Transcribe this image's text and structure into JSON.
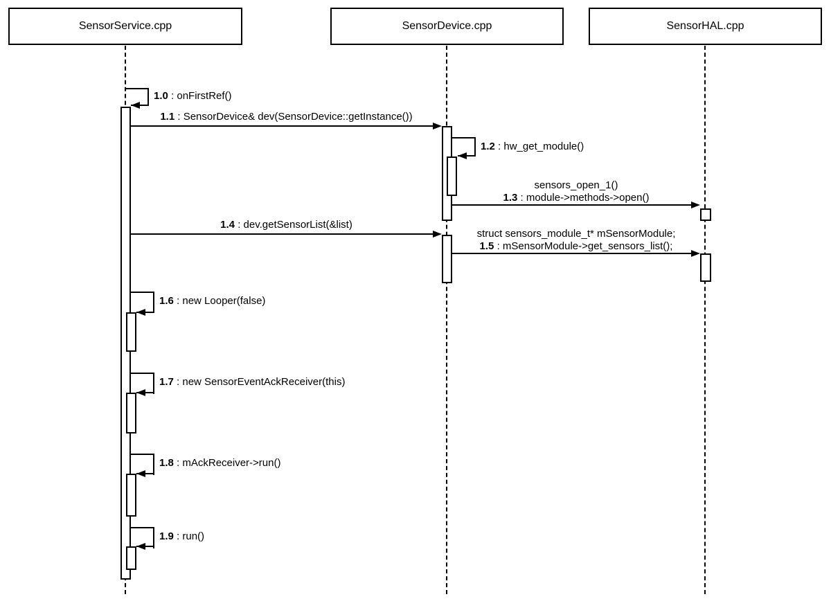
{
  "diagram": {
    "type": "uml-sequence-diagram",
    "colors": {
      "line": "#000000",
      "background": "#ffffff"
    },
    "actors": [
      {
        "label": "SensorService.cpp"
      },
      {
        "label": "SensorDevice.cpp"
      },
      {
        "label": "SensorHAL.cpp"
      }
    ],
    "messages": [
      {
        "seq": "1.0",
        "rest": " : onFirstRef()",
        "kind": "self",
        "from": "SensorService.cpp",
        "to": "SensorService.cpp"
      },
      {
        "seq": "1.1",
        "rest": " : SensorDevice& dev(SensorDevice::getInstance())",
        "kind": "call",
        "from": "SensorService.cpp",
        "to": "SensorDevice.cpp"
      },
      {
        "seq": "1.2",
        "rest": " : hw_get_module()",
        "kind": "self",
        "from": "SensorDevice.cpp",
        "to": "SensorDevice.cpp"
      },
      {
        "seq": "1.3",
        "rest": " : module->methods->open()",
        "note": "sensors_open_1()",
        "kind": "call",
        "from": "SensorDevice.cpp",
        "to": "SensorHAL.cpp"
      },
      {
        "seq": "1.4",
        "rest": " : dev.getSensorList(&list)",
        "kind": "call",
        "from": "SensorService.cpp",
        "to": "SensorDevice.cpp"
      },
      {
        "seq": "1.5",
        "rest": " : mSensorModule->get_sensors_list();",
        "note": "struct sensors_module_t* mSensorModule;",
        "kind": "call",
        "from": "SensorDevice.cpp",
        "to": "SensorHAL.cpp"
      },
      {
        "seq": "1.6",
        "rest": " : new Looper(false)",
        "kind": "self",
        "from": "SensorService.cpp",
        "to": "SensorService.cpp"
      },
      {
        "seq": "1.7",
        "rest": " : new SensorEventAckReceiver(this)",
        "kind": "self",
        "from": "SensorService.cpp",
        "to": "SensorService.cpp"
      },
      {
        "seq": "1.8",
        "rest": " : mAckReceiver->run()",
        "kind": "self",
        "from": "SensorService.cpp",
        "to": "SensorService.cpp"
      },
      {
        "seq": "1.9",
        "rest": " : run()",
        "kind": "self",
        "from": "SensorService.cpp",
        "to": "SensorService.cpp"
      }
    ]
  }
}
